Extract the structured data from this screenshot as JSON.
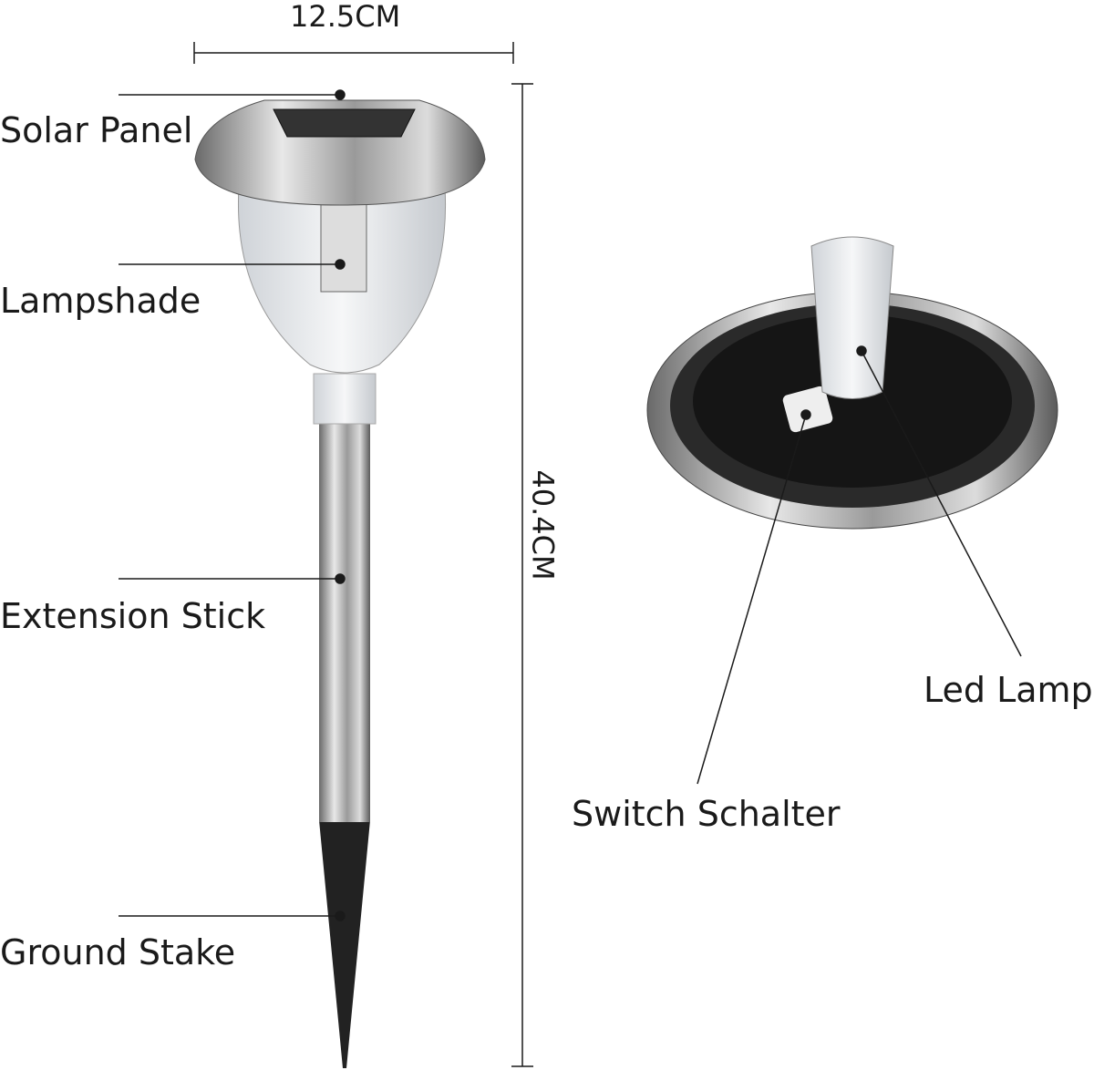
{
  "dimensions": {
    "width": "12.5CM",
    "height": "40.4CM"
  },
  "labels": {
    "solar_panel": "Solar Panel",
    "lampshade": "Lampshade",
    "extension_stick": "Extension Stick",
    "ground_stake": "Ground Stake",
    "led_lamp": "Led Lamp",
    "switch": "Switch Schalter"
  },
  "colors": {
    "leader": "#1a1a1a",
    "steel": "#b8b8b8",
    "stake": "#222222"
  }
}
